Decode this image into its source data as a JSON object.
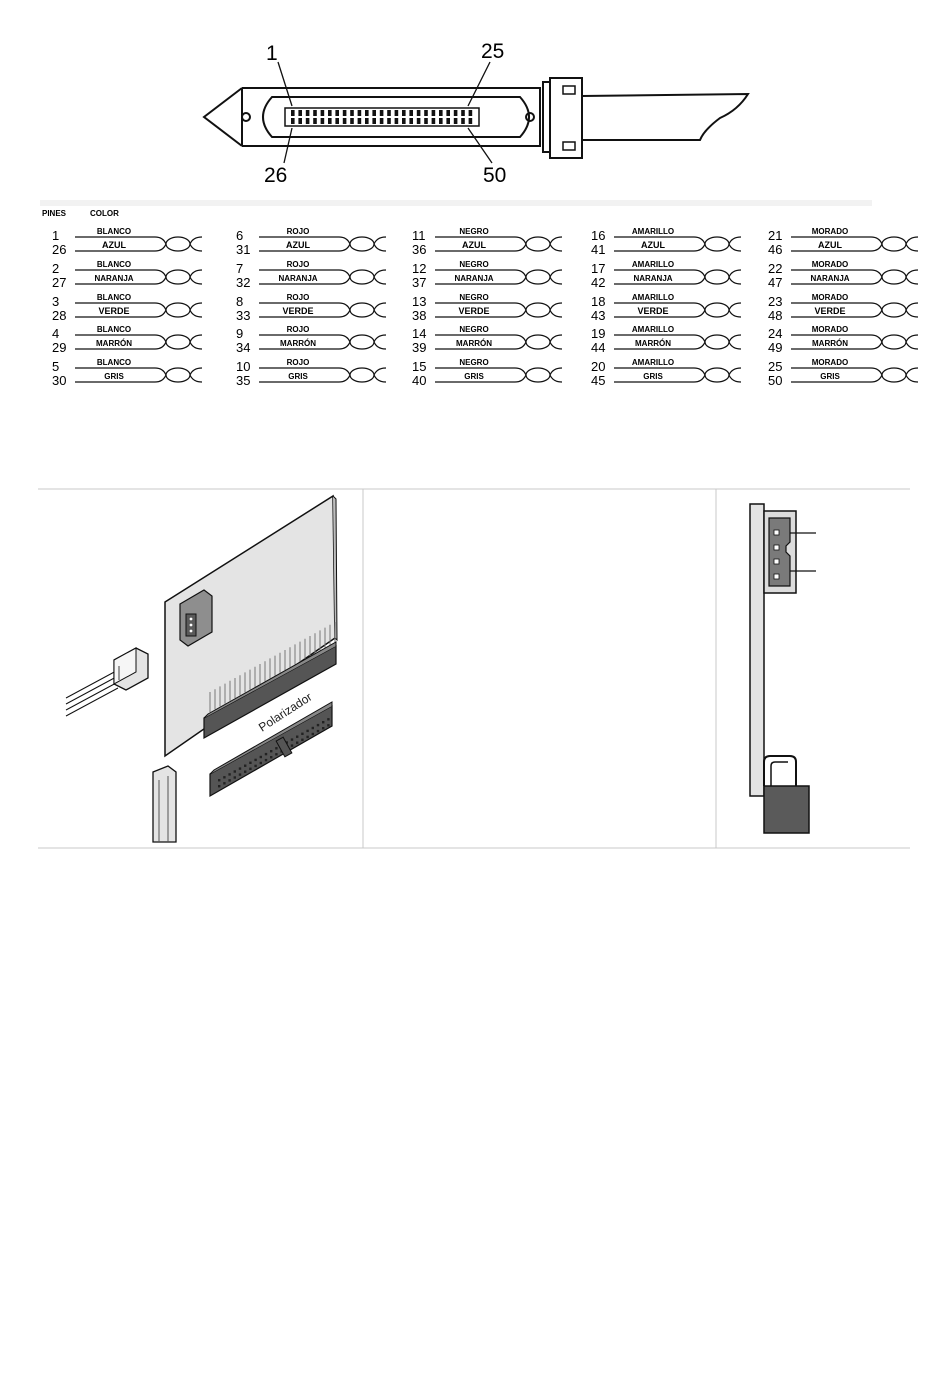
{
  "connector": {
    "label_pin_1": "1",
    "label_pin_25": "25",
    "label_pin_26": "26",
    "label_pin_50": "50"
  },
  "wiring": {
    "header_pins": "PINES",
    "header_color": "COLOR",
    "groups": [
      [
        {
          "pin_a": "1",
          "color_a": "BLANCO",
          "pin_b": "26",
          "color_b": "AZUL"
        },
        {
          "pin_a": "2",
          "color_a": "BLANCO",
          "pin_b": "27",
          "color_b": "NARANJA"
        },
        {
          "pin_a": "3",
          "color_a": "BLANCO",
          "pin_b": "28",
          "color_b": "VERDE"
        },
        {
          "pin_a": "4",
          "color_a": "BLANCO",
          "pin_b": "29",
          "color_b": "MARRÓN"
        },
        {
          "pin_a": "5",
          "color_a": "BLANCO",
          "pin_b": "30",
          "color_b": "GRIS"
        }
      ],
      [
        {
          "pin_a": "6",
          "color_a": "ROJO",
          "pin_b": "31",
          "color_b": "AZUL"
        },
        {
          "pin_a": "7",
          "color_a": "ROJO",
          "pin_b": "32",
          "color_b": "NARANJA"
        },
        {
          "pin_a": "8",
          "color_a": "ROJO",
          "pin_b": "33",
          "color_b": "VERDE"
        },
        {
          "pin_a": "9",
          "color_a": "ROJO",
          "pin_b": "34",
          "color_b": "MARRÓN"
        },
        {
          "pin_a": "10",
          "color_a": "ROJO",
          "pin_b": "35",
          "color_b": "GRIS"
        }
      ],
      [
        {
          "pin_a": "11",
          "color_a": "NEGRO",
          "pin_b": "36",
          "color_b": "AZUL"
        },
        {
          "pin_a": "12",
          "color_a": "NEGRO",
          "pin_b": "37",
          "color_b": "NARANJA"
        },
        {
          "pin_a": "13",
          "color_a": "NEGRO",
          "pin_b": "38",
          "color_b": "VERDE"
        },
        {
          "pin_a": "14",
          "color_a": "NEGRO",
          "pin_b": "39",
          "color_b": "MARRÓN"
        },
        {
          "pin_a": "15",
          "color_a": "NEGRO",
          "pin_b": "40",
          "color_b": "GRIS"
        }
      ],
      [
        {
          "pin_a": "16",
          "color_a": "AMARILLO",
          "pin_b": "41",
          "color_b": "AZUL"
        },
        {
          "pin_a": "17",
          "color_a": "AMARILLO",
          "pin_b": "42",
          "color_b": "NARANJA"
        },
        {
          "pin_a": "18",
          "color_a": "AMARILLO",
          "pin_b": "43",
          "color_b": "VERDE"
        },
        {
          "pin_a": "19",
          "color_a": "AMARILLO",
          "pin_b": "44",
          "color_b": "MARRÓN"
        },
        {
          "pin_a": "20",
          "color_a": "AMARILLO",
          "pin_b": "45",
          "color_b": "GRIS"
        }
      ],
      [
        {
          "pin_a": "21",
          "color_a": "MORADO",
          "pin_b": "46",
          "color_b": "AZUL"
        },
        {
          "pin_a": "22",
          "color_a": "MORADO",
          "pin_b": "47",
          "color_b": "NARANJA"
        },
        {
          "pin_a": "23",
          "color_a": "MORADO",
          "pin_b": "48",
          "color_b": "VERDE"
        },
        {
          "pin_a": "24",
          "color_a": "MORADO",
          "pin_b": "49",
          "color_b": "MARRÓN"
        },
        {
          "pin_a": "25",
          "color_a": "MORADO",
          "pin_b": "50",
          "color_b": "GRIS"
        }
      ]
    ]
  },
  "install": {
    "polarizer_label": "Polarizador"
  },
  "colors": {
    "line": "#111111",
    "board_fill": "#e4e4e4",
    "connector_dark": "#555555",
    "divider": "#c8c8c8"
  }
}
